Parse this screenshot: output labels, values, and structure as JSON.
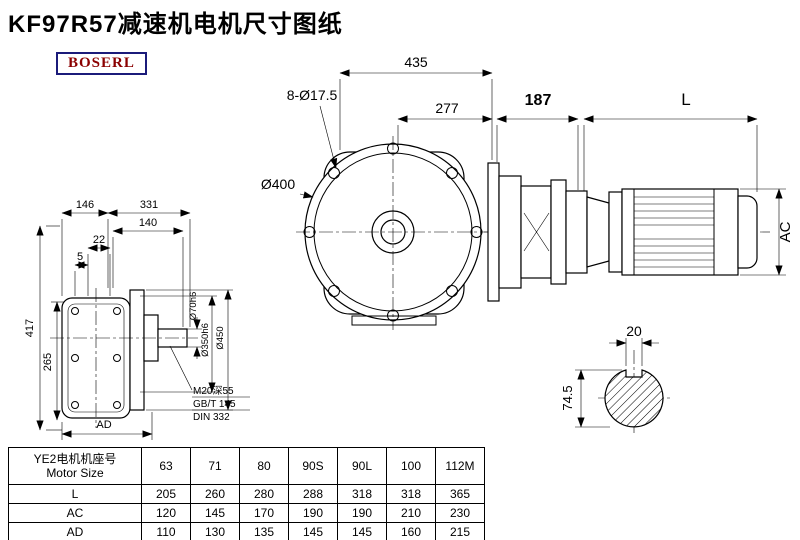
{
  "page": {
    "title": "KF97R57减速机电机尺寸图纸",
    "brand": "BOSERL"
  },
  "front_view": {
    "overall_width": "435",
    "bolt_holes": "8-Ø17.5",
    "hole_span": "277",
    "flange_diameter": "Ø400"
  },
  "side_view": {
    "gearbox_to_motor": "187",
    "motor_length": "L",
    "motor_diameter": "AC"
  },
  "shaft_section": {
    "keyway_width": "20",
    "shaft_height": "74.5"
  },
  "left_view": {
    "d146": "146",
    "d331": "331",
    "d140": "140",
    "d22": "22",
    "d5": "5",
    "d417": "417",
    "d265": "265",
    "dAD": "AD",
    "shaft_dia": "Ø70h6",
    "spigot_dia": "Ø350h6",
    "flange_dia": "Ø450",
    "tapped_hole": "M20深55",
    "standard_1": "GB/T 145",
    "standard_2": "DIN 332"
  },
  "table": {
    "header_cn": "YE2电机机座号",
    "header_en": "Motor Size",
    "sizes": [
      "63",
      "71",
      "80",
      "90S",
      "90L",
      "100",
      "112M"
    ],
    "rows": [
      {
        "label": "L",
        "values": [
          "205",
          "260",
          "280",
          "288",
          "318",
          "318",
          "365"
        ]
      },
      {
        "label": "AC",
        "values": [
          "120",
          "145",
          "170",
          "190",
          "190",
          "210",
          "230"
        ]
      },
      {
        "label": "AD",
        "values": [
          "110",
          "130",
          "135",
          "145",
          "145",
          "160",
          "215"
        ]
      }
    ]
  }
}
